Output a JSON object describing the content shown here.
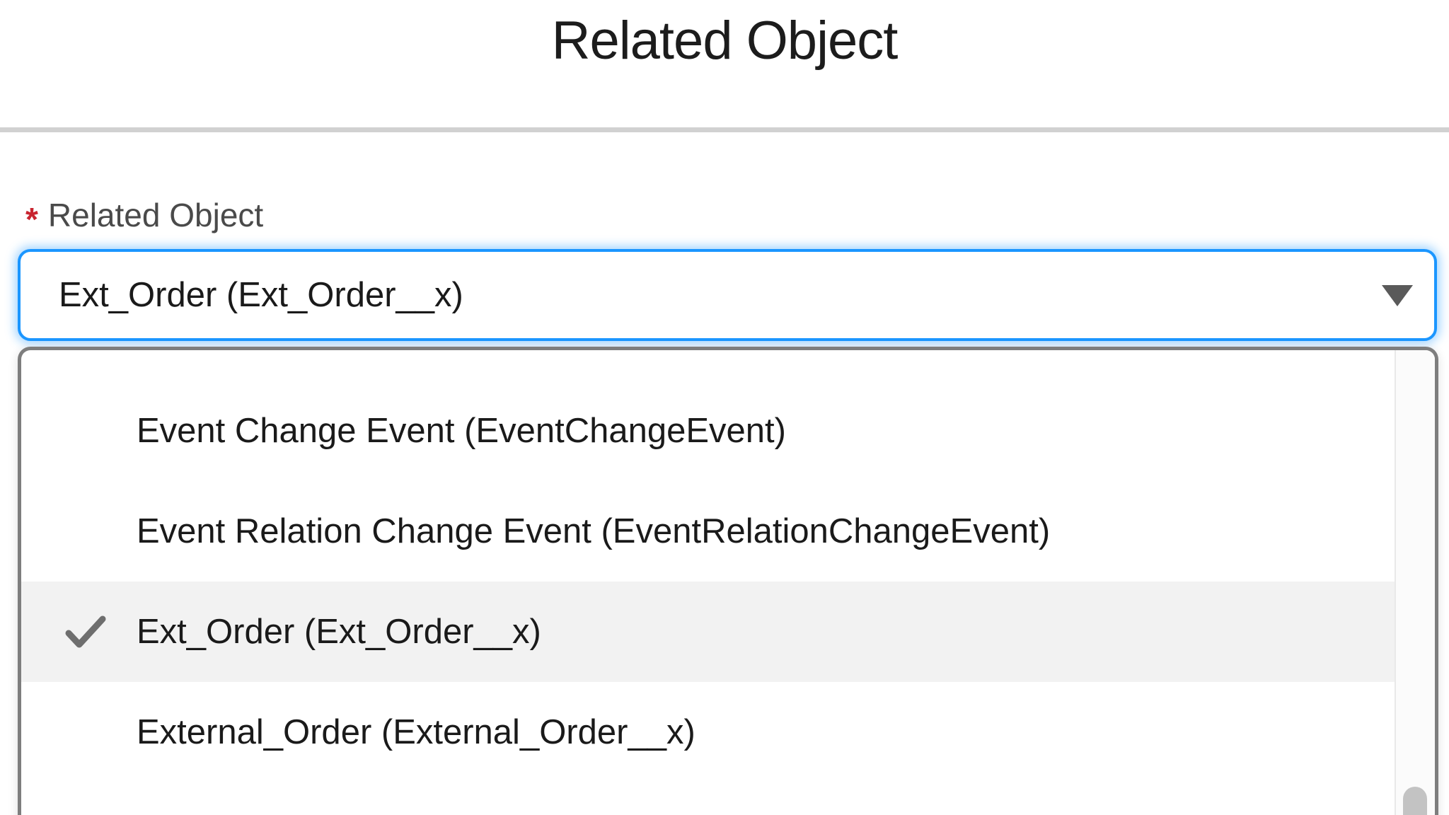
{
  "page": {
    "title": "Related Object"
  },
  "form": {
    "field": {
      "required_marker": "*",
      "label": "Related Object",
      "value": "Ext_Order (Ext_Order__x)"
    }
  },
  "dropdown": {
    "options": [
      {
        "label": "Event Change Event (EventChangeEvent)",
        "selected": false
      },
      {
        "label": "Event Relation Change Event (EventRelationChangeEvent)",
        "selected": false
      },
      {
        "label": "Ext_Order (Ext_Order__x)",
        "selected": true
      },
      {
        "label": "External_Order (External_Order__x)",
        "selected": false
      }
    ]
  },
  "icons": {
    "dropdown_arrow": "triangle-down",
    "selected_option": "checkmark"
  },
  "colors": {
    "accent_blue": "#1b96ff",
    "required_red": "#c8242f",
    "label_gray": "#4a4a4a",
    "text_dark": "#1a1a1a",
    "divider_gray": "#d1d1d1",
    "panel_border_gray": "#7e7e7e",
    "selected_row_bg": "#f2f2f2",
    "check_gray": "#6e6e6e",
    "arrow_gray": "#5a5a5a",
    "scrollbar_thumb": "#c3c3c3",
    "track_bg": "#fbfbfb",
    "track_border": "#e9e9e9"
  }
}
